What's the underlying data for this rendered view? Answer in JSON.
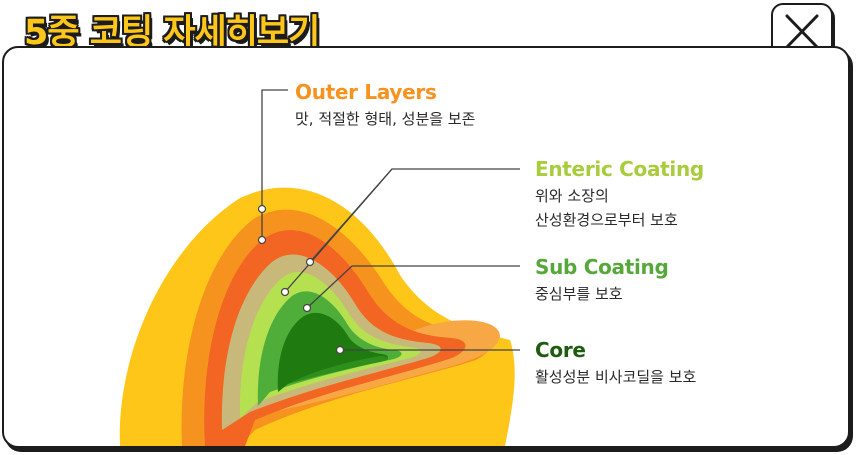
{
  "header": {
    "title": "5중 코팅 자세히보기"
  },
  "colors": {
    "title_fill": "#ffc61a",
    "outer": "#f6921e",
    "outer_inner": "#f26522",
    "enteric": "#c8b97a",
    "enteric_inner": "#b5e04f",
    "sub": "#4fae3a",
    "core": "#1f7a10",
    "yolk": "#ffc61a"
  },
  "layers": [
    {
      "name": "Outer Layers",
      "desc": "맛, 적절한 형태, 성분을 보존",
      "color": "#f6921e"
    },
    {
      "name": "Enteric Coating",
      "desc": "위와 소장의\n산성환경으로부터 보호",
      "color": "#a9cc3c"
    },
    {
      "name": "Sub Coating",
      "desc": "중심부를 보호",
      "color": "#56a83b"
    },
    {
      "name": "Core",
      "desc": "활성성분 비사코딜을 보호",
      "color": "#1e5c0f"
    }
  ],
  "close": {
    "icon": "close-icon"
  }
}
